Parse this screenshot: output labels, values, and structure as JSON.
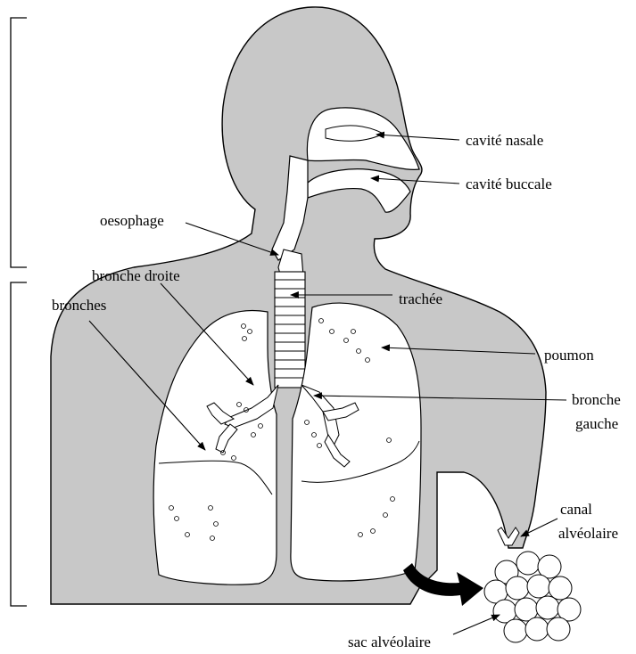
{
  "labels": {
    "cavite_nasale": "cavité nasale",
    "cavite_buccale": "cavité buccale",
    "oesophage": "oesophage",
    "bronche_droite": "bronche droite",
    "trachee": "trachée",
    "bronches": "bronches",
    "poumon": "poumon",
    "bronche_gauche_1": "bronche",
    "bronche_gauche_2": "gauche",
    "canal_alveolaire_1": "canal",
    "canal_alveolaire_2": "alvéolaire",
    "sac_alveolaire": "sac alvéolaire"
  },
  "colors": {
    "body_fill": "#c8c8c8",
    "organ_fill": "#ffffff",
    "line": "#000000",
    "thick_arrow": "#000000"
  },
  "icons": [
    "arrow-icon",
    "thick-curved-arrow-icon",
    "bracket-icon"
  ]
}
